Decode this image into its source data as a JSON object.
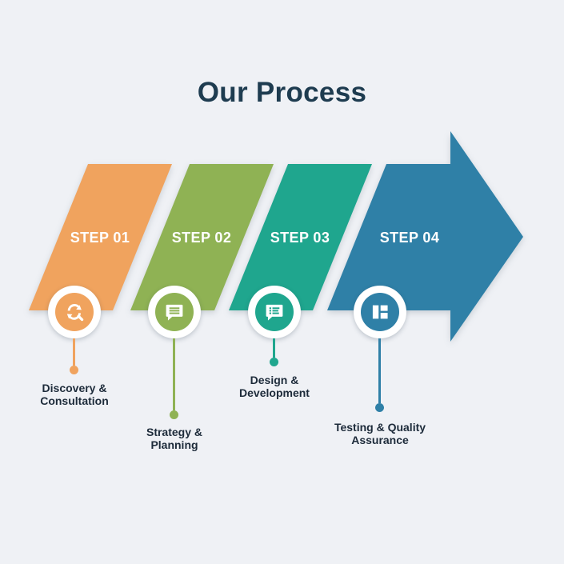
{
  "title": "Our Process",
  "colors": {
    "background": "#EFF1F5",
    "title_text": "#1E3C50",
    "caption_text": "#1D2B3A",
    "badge_ring": "#FFFFFF",
    "step_label_text": "#FFFFFF"
  },
  "steps": [
    {
      "step_label": "STEP 01",
      "color": "#F0A35E",
      "icon": "sync-search-icon",
      "caption": "Discovery &\nConsultation"
    },
    {
      "step_label": "STEP 02",
      "color": "#8FB254",
      "icon": "chat-lines-icon",
      "caption": "Strategy &\nPlanning"
    },
    {
      "step_label": "STEP 03",
      "color": "#1FA68E",
      "icon": "chat-list-icon",
      "caption": "Design &\nDevelopment"
    },
    {
      "step_label": "STEP 04",
      "color": "#2F80A7",
      "icon": "layout-icon",
      "caption": "Testing & Quality\nAssurance"
    }
  ]
}
